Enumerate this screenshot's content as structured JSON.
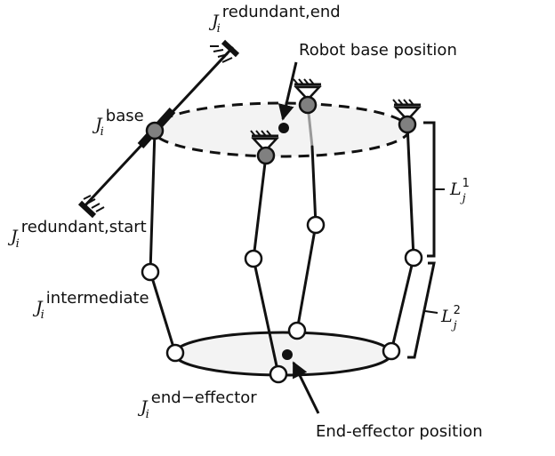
{
  "labels": {
    "joint_symbol": "J",
    "index_i": "i",
    "redundant_end": "redundant,end",
    "base": "base",
    "redundant_start": "redundant,start",
    "intermediate": "intermediate",
    "end_effector": "end−effector",
    "robot_base_position": "Robot base position",
    "end_effector_position": "End-effector position",
    "link_symbol": "L",
    "index_j": "j",
    "link_1": "1",
    "link_2": "2"
  },
  "colors": {
    "line": "#111111",
    "joint_fill_base": "#808080",
    "joint_fill_open": "#ffffff",
    "plate_fill": "#f3f3f3"
  }
}
